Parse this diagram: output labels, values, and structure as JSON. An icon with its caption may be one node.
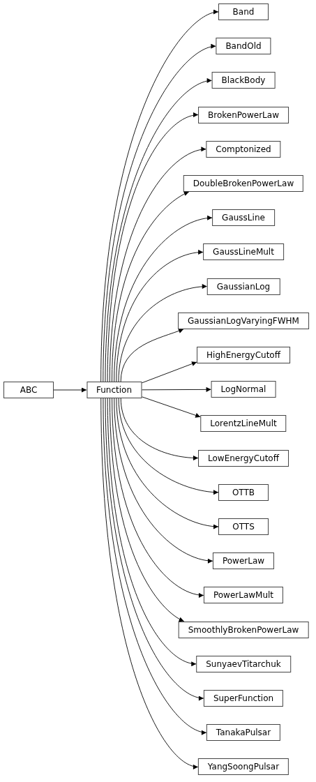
{
  "diagram": {
    "nodes": [
      {
        "text": [
          "ABC"
        ]
      },
      {
        "text": [
          "Function"
        ]
      },
      {
        "text": [
          "Band"
        ]
      },
      {
        "text": [
          "BandOld"
        ]
      },
      {
        "text": [
          "BlackBody"
        ]
      },
      {
        "text": [
          "BrokenPowerLaw"
        ]
      },
      {
        "text": [
          "Comptonized"
        ]
      },
      {
        "text": [
          "DoubleBrokenPowerLaw"
        ]
      },
      {
        "text": [
          "GaussLine"
        ]
      },
      {
        "text": [
          "GaussLineMult"
        ]
      },
      {
        "text": [
          "GaussianLog"
        ]
      },
      {
        "text": [
          "GaussianLogVaryingFWHM"
        ]
      },
      {
        "text": [
          "HighEnergyCutoff"
        ]
      },
      {
        "text": [
          "LogNormal"
        ]
      },
      {
        "text": [
          "LorentzLineMult"
        ]
      },
      {
        "text": [
          "LowEnergyCutoff"
        ]
      },
      {
        "text": [
          "OTTB"
        ]
      },
      {
        "text": [
          "OTTS"
        ]
      },
      {
        "text": [
          "PowerLaw"
        ]
      },
      {
        "text": [
          "PowerLawMult"
        ]
      },
      {
        "text": [
          "SmoothlyBrokenPowerLaw"
        ]
      },
      {
        "text": [
          "SunyaevTitarchuk"
        ]
      },
      {
        "text": [
          "SuperFunction"
        ]
      },
      {
        "text": [
          "TanakaPulsar"
        ]
      },
      {
        "text": [
          "YangSoongPulsar"
        ]
      }
    ],
    "edges": [
      {
        "from": 0,
        "to": 1,
        "arrow": "to"
      },
      {
        "from": 1,
        "to": 2,
        "arrow": "to"
      },
      {
        "from": 1,
        "to": 3,
        "arrow": "to"
      },
      {
        "from": 1,
        "to": 4,
        "arrow": "to"
      },
      {
        "from": 1,
        "to": 5,
        "arrow": "to"
      },
      {
        "from": 1,
        "to": 6,
        "arrow": "to"
      },
      {
        "from": 1,
        "to": 7,
        "arrow": "to"
      },
      {
        "from": 1,
        "to": 8,
        "arrow": "to"
      },
      {
        "from": 1,
        "to": 9,
        "arrow": "to"
      },
      {
        "from": 1,
        "to": 10,
        "arrow": "to"
      },
      {
        "from": 1,
        "to": 11,
        "arrow": "to"
      },
      {
        "from": 1,
        "to": 12,
        "arrow": "to"
      },
      {
        "from": 1,
        "to": 13,
        "arrow": "to"
      },
      {
        "from": 1,
        "to": 14,
        "arrow": "to"
      },
      {
        "from": 1,
        "to": 15,
        "arrow": "to"
      },
      {
        "from": 1,
        "to": 16,
        "arrow": "to"
      },
      {
        "from": 1,
        "to": 17,
        "arrow": "to"
      },
      {
        "from": 1,
        "to": 18,
        "arrow": "to"
      },
      {
        "from": 1,
        "to": 19,
        "arrow": "to"
      },
      {
        "from": 1,
        "to": 20,
        "arrow": "to"
      },
      {
        "from": 1,
        "to": 21,
        "arrow": "to"
      },
      {
        "from": 1,
        "to": 22,
        "arrow": "to"
      },
      {
        "from": 1,
        "to": 23,
        "arrow": "to"
      },
      {
        "from": 1,
        "to": 24,
        "arrow": "to"
      }
    ]
  }
}
